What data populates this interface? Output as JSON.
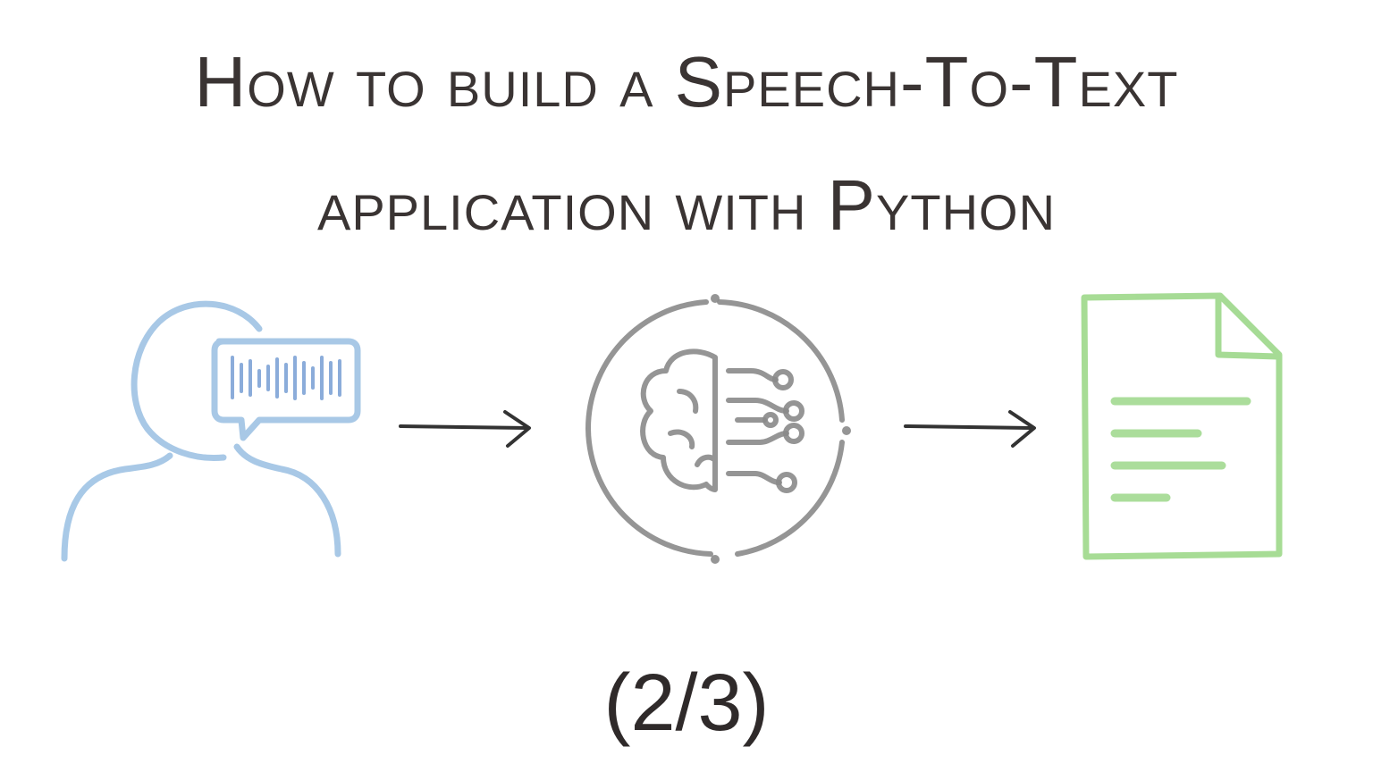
{
  "title": {
    "line1": "How to build a Speech-To-Text",
    "line2": "application with Python"
  },
  "subtitle": "(2/3)",
  "illustration": {
    "icons": [
      "speaking-person-icon",
      "right-arrow-icon",
      "ai-brain-circuit-icon",
      "right-arrow-icon",
      "text-document-icon"
    ],
    "colors": {
      "person": "#9fc3e4",
      "waveform": "#7fa4d6",
      "brain": "#8a8a8a",
      "document": "#9dd88a",
      "arrow": "#333333",
      "text": "#3a3433"
    }
  }
}
